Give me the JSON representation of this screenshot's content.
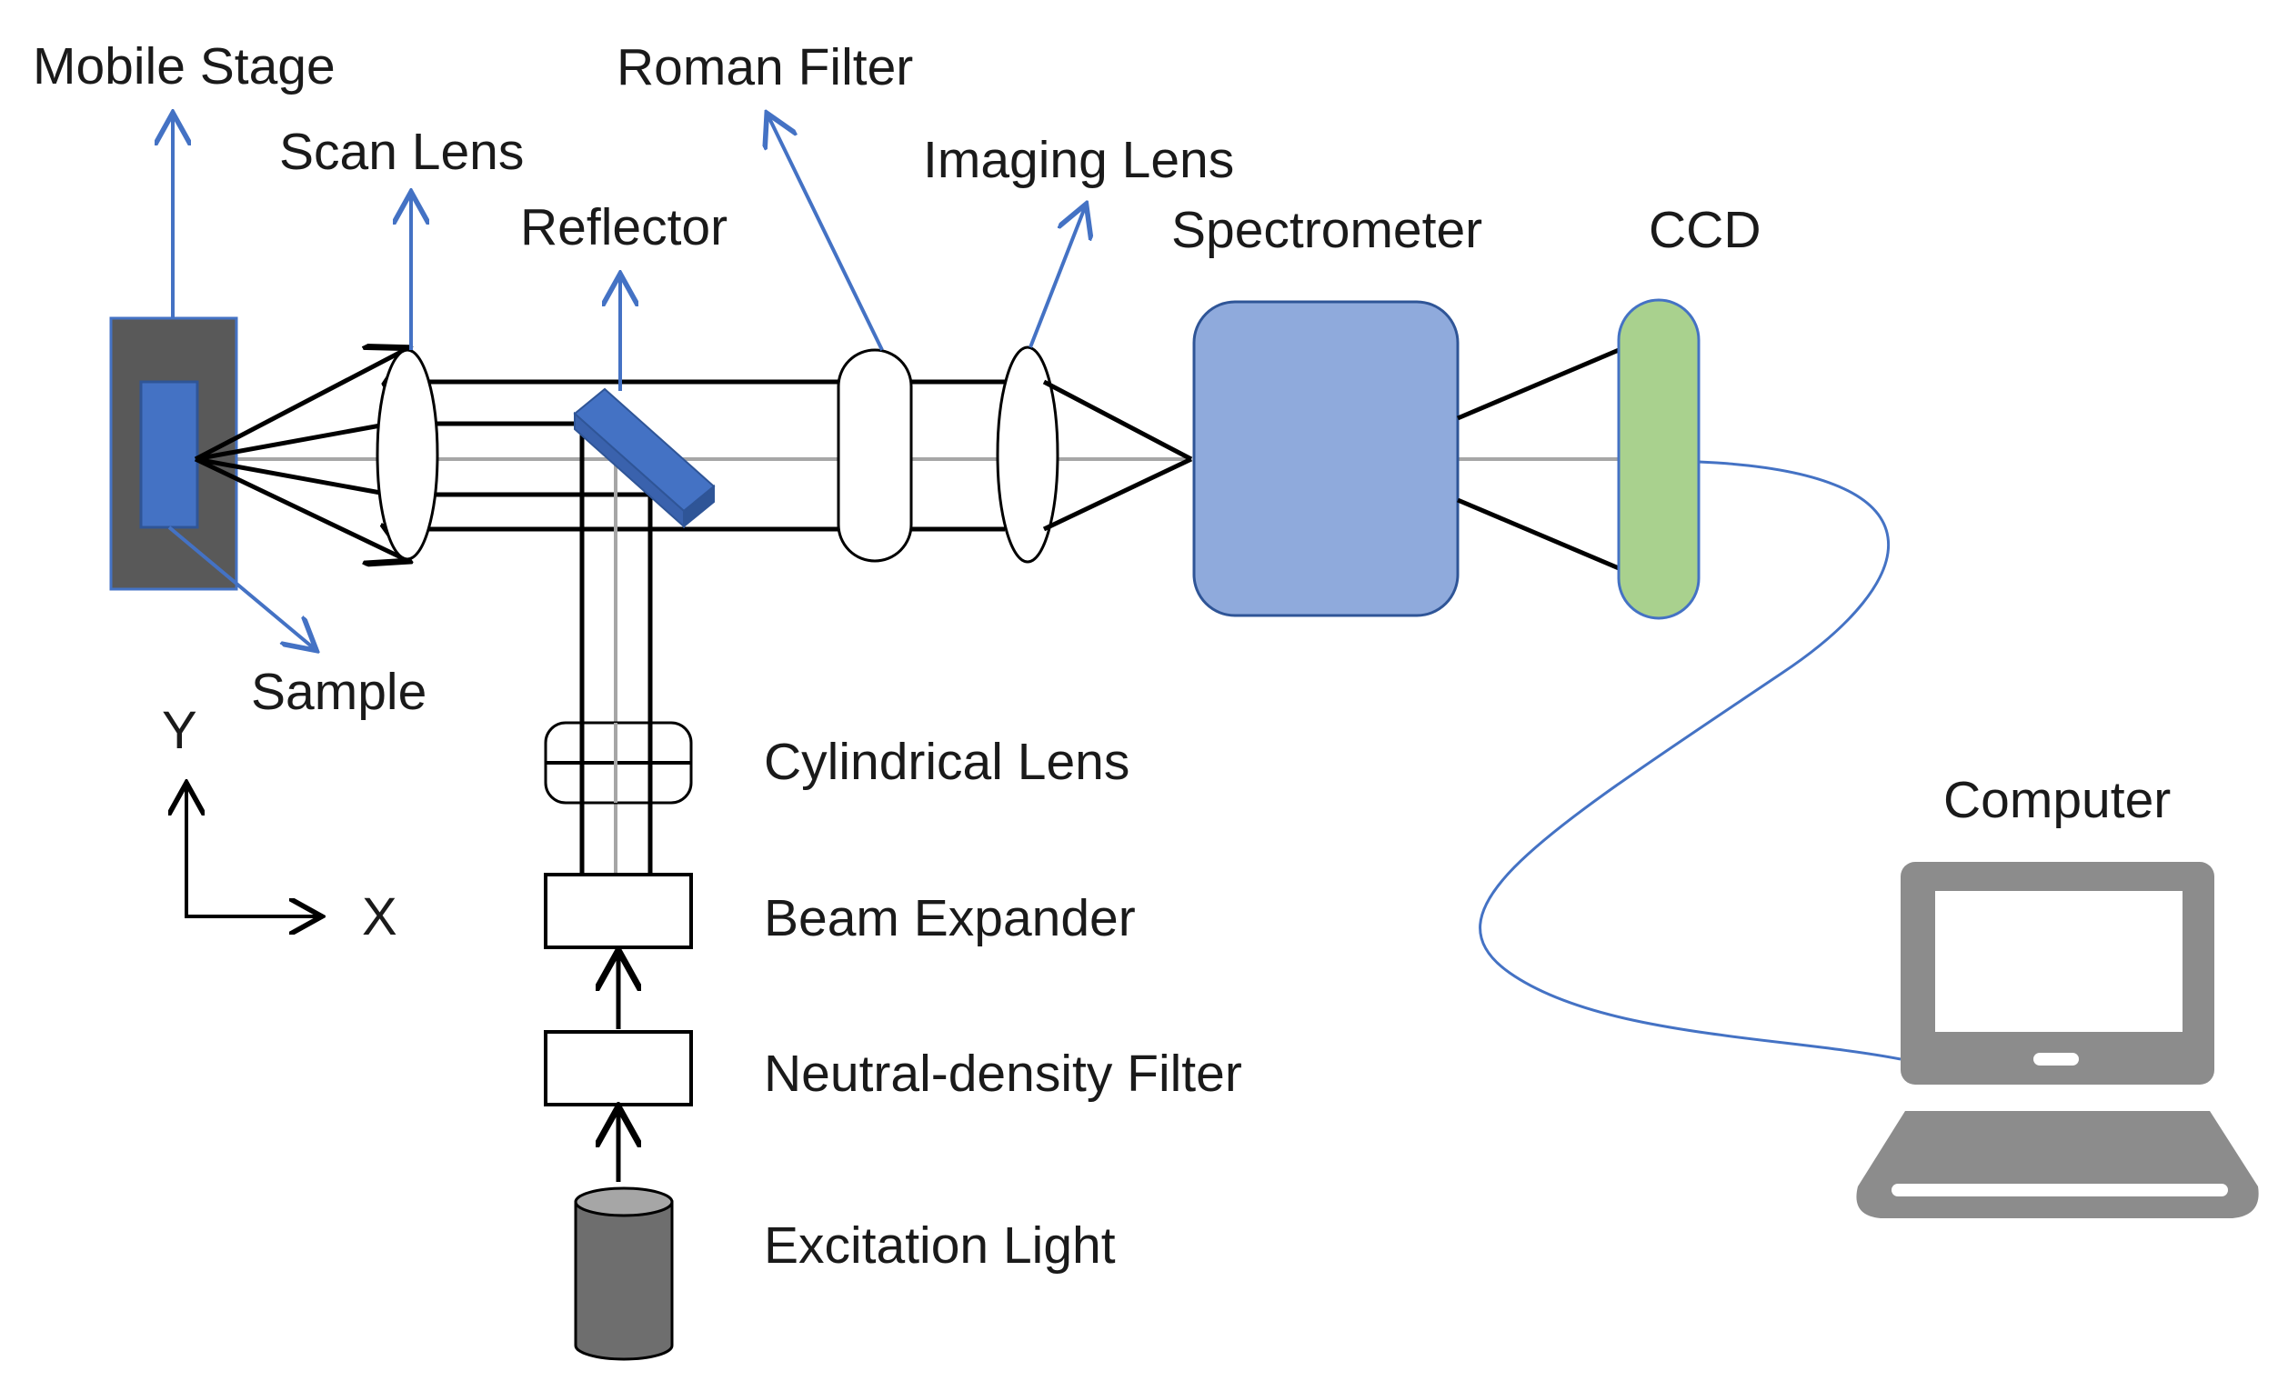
{
  "labels": {
    "mobile_stage": "Mobile Stage",
    "scan_lens": "Scan Lens",
    "reflector": "Reflector",
    "roman_filter": "Roman Filter",
    "imaging_lens": "Imaging Lens",
    "spectrometer": "Spectrometer",
    "ccd": "CCD",
    "sample": "Sample",
    "cylindrical_lens": "Cylindrical Lens",
    "beam_expander": "Beam Expander",
    "nd_filter": "Neutral-density Filter",
    "excitation_light": "Excitation Light",
    "computer": "Computer",
    "axis_y": "Y",
    "axis_x": "X"
  },
  "colors": {
    "callout_arrow": "#4472c4",
    "stage_fill": "#595959",
    "sample_fill": "#4472c4",
    "reflector_fill": "#4472c4",
    "spectrometer_fill": "#8faadc",
    "ccd_fill": "#a9d18e",
    "computer_fill": "#8c8c8c",
    "laser_fill": "#6e6e6e",
    "cable": "#4472c4",
    "optic_axis": "#a6a6a6",
    "beam": "#000000"
  },
  "icons": {
    "computer": "laptop-icon",
    "excitation_light": "laser-cylinder-icon"
  }
}
